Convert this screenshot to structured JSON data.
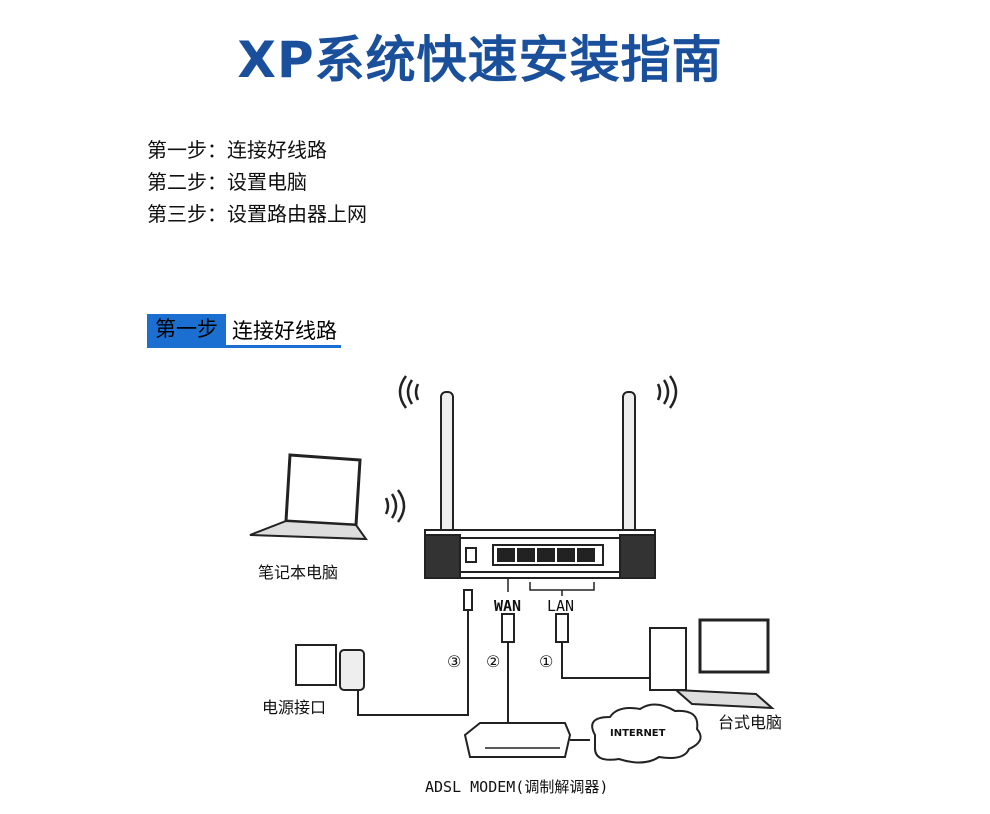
{
  "title": "XP系统快速安装指南",
  "steps": [
    "第一步：连接好线路",
    "第二步：设置电脑",
    "第三步：设置路由器上网"
  ],
  "section": {
    "badge": "第一步",
    "text": "连接好线路"
  },
  "diagram": {
    "laptop": "笔记本电脑",
    "power": "电源接口",
    "desktop": "台式电脑",
    "modem": "ADSL MODEM(调制解调器)",
    "internet": "INTERNET",
    "wan": "WAN",
    "lan": "LAN",
    "num1": "①",
    "num2": "②",
    "num3": "③"
  }
}
